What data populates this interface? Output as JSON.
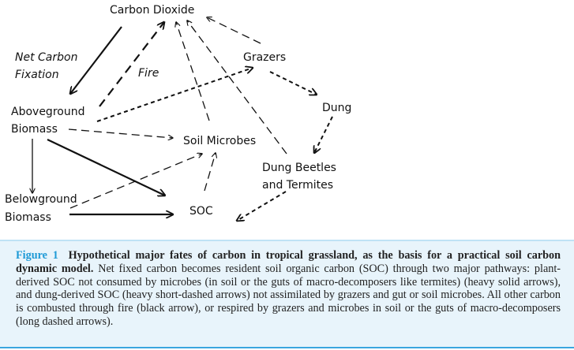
{
  "nodes": {
    "carbon_dioxide": "Carbon Dioxide",
    "grazers": "Grazers",
    "dung": "Dung",
    "aboveground_1": "Aboveground",
    "aboveground_2": "Biomass",
    "soil_microbes": "Soil Microbes",
    "dung_beetles_1": "Dung Beetles",
    "dung_beetles_2": "and Termites",
    "belowground_1": "Belowground",
    "belowground_2": "Biomass",
    "soc": "SOC"
  },
  "labels": {
    "net_carbon_1": "Net Carbon",
    "net_carbon_2": "Fixation",
    "fire": "Fire"
  },
  "caption": {
    "figure_label": "Figure 1",
    "title": "Hypothetical major fates of carbon in tropical grassland, as the basis for a practical soil carbon dynamic model.",
    "body": "Net fixed carbon becomes resident soil organic carbon (SOC) through two major pathways: plant-derived SOC not consumed by microbes (in soil or the guts of macro-decomposers like termites) (heavy solid arrows), and dung-derived SOC (heavy short-dashed arrows) not assimilated by grazers and gut or soil microbes. All other carbon is combusted through fire (black arrow), or respired by grazers and microbes in soil or the guts of macro-decomposers (long dashed arrows)."
  },
  "colors": {
    "figure_label": "#1e9ad6",
    "caption_bg": "#e8f4fb",
    "caption_border": "#3aa6df"
  }
}
